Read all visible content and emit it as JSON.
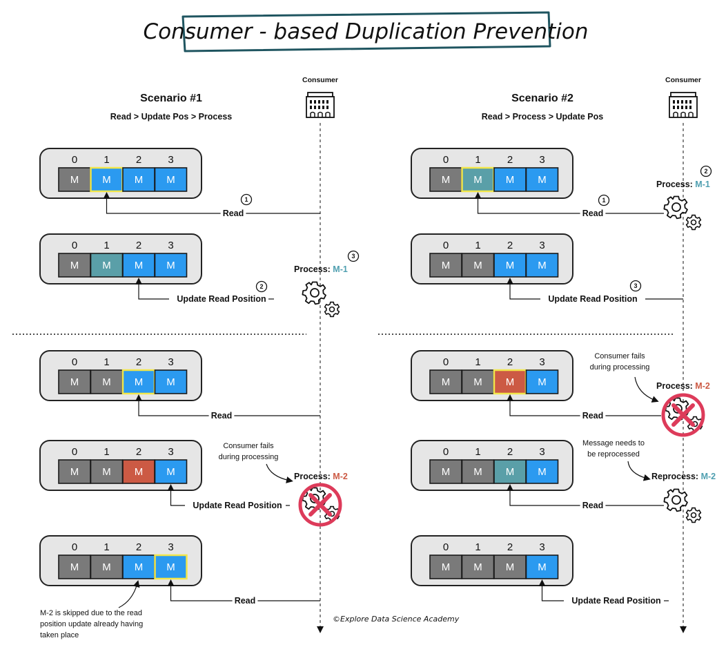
{
  "title": "Consumer - based Duplication Prevention",
  "consumer_label": "Consumer",
  "cell_letter": "M",
  "indices": [
    "0",
    "1",
    "2",
    "3"
  ],
  "colors": {
    "gray": "#7a7a7a",
    "blue": "#2b9af0",
    "teal": "#5a9fa8",
    "red": "#cc5a44",
    "highlight": "#f2e64a",
    "fail": "#dd3b5a",
    "m1_label": "#4f9fb0",
    "m2_label": "#cc5a44",
    "panel": "#e6e6e6",
    "title_border": "#1f5560"
  },
  "scenario1": {
    "heading": "Scenario #1",
    "subheading": "Read > Update Pos > Process",
    "rows": [
      {
        "cells": [
          "gray",
          "blue",
          "blue",
          "blue"
        ],
        "highlight": 1,
        "label": "Read",
        "step": "1"
      },
      {
        "cells": [
          "gray",
          "teal",
          "blue",
          "blue"
        ],
        "highlight": -1,
        "label": "Update Read Position",
        "step": "2"
      },
      {
        "cells": [
          "gray",
          "gray",
          "blue",
          "blue"
        ],
        "highlight": 2,
        "label": "Read",
        "step": ""
      },
      {
        "cells": [
          "gray",
          "gray",
          "red",
          "blue"
        ],
        "highlight": -1,
        "label": "Update Read Position",
        "step": ""
      },
      {
        "cells": [
          "gray",
          "gray",
          "blue",
          "blue"
        ],
        "highlight": 3,
        "label": "Read",
        "step": ""
      }
    ],
    "process1": {
      "prefix": "Process:",
      "msg": "M-1",
      "step": "3"
    },
    "process2": {
      "prefix": "Process:",
      "msg": "M-2"
    },
    "fail_note": [
      "Consumer fails",
      "during processing"
    ],
    "skip_note": [
      "M-2 is skipped due to the read",
      "position update already having",
      "taken place"
    ]
  },
  "scenario2": {
    "heading": "Scenario #2",
    "subheading": "Read > Process > Update Pos",
    "rows": [
      {
        "cells": [
          "gray",
          "teal",
          "blue",
          "blue"
        ],
        "highlight": 1,
        "label": "Read",
        "step": "1"
      },
      {
        "cells": [
          "gray",
          "gray",
          "blue",
          "blue"
        ],
        "highlight": -1,
        "label": "Update Read Position",
        "step": "3"
      },
      {
        "cells": [
          "gray",
          "gray",
          "red",
          "blue"
        ],
        "highlight": 2,
        "label": "Read",
        "step": ""
      },
      {
        "cells": [
          "gray",
          "gray",
          "teal",
          "blue"
        ],
        "highlight": -1,
        "label": "Read",
        "step": ""
      },
      {
        "cells": [
          "gray",
          "gray",
          "gray",
          "blue"
        ],
        "highlight": -1,
        "label": "Update Read Position",
        "step": ""
      }
    ],
    "process1": {
      "prefix": "Process:",
      "msg": "M-1",
      "step": "2"
    },
    "process2": {
      "prefix": "Process:",
      "msg": "M-2"
    },
    "reprocess": {
      "prefix": "Reprocess:",
      "msg": "M-2"
    },
    "fail_note": [
      "Consumer fails",
      "during processing"
    ],
    "reprocess_note": [
      "Message needs to",
      "be reprocessed"
    ]
  },
  "copyright": "©Explore Data Science Academy"
}
